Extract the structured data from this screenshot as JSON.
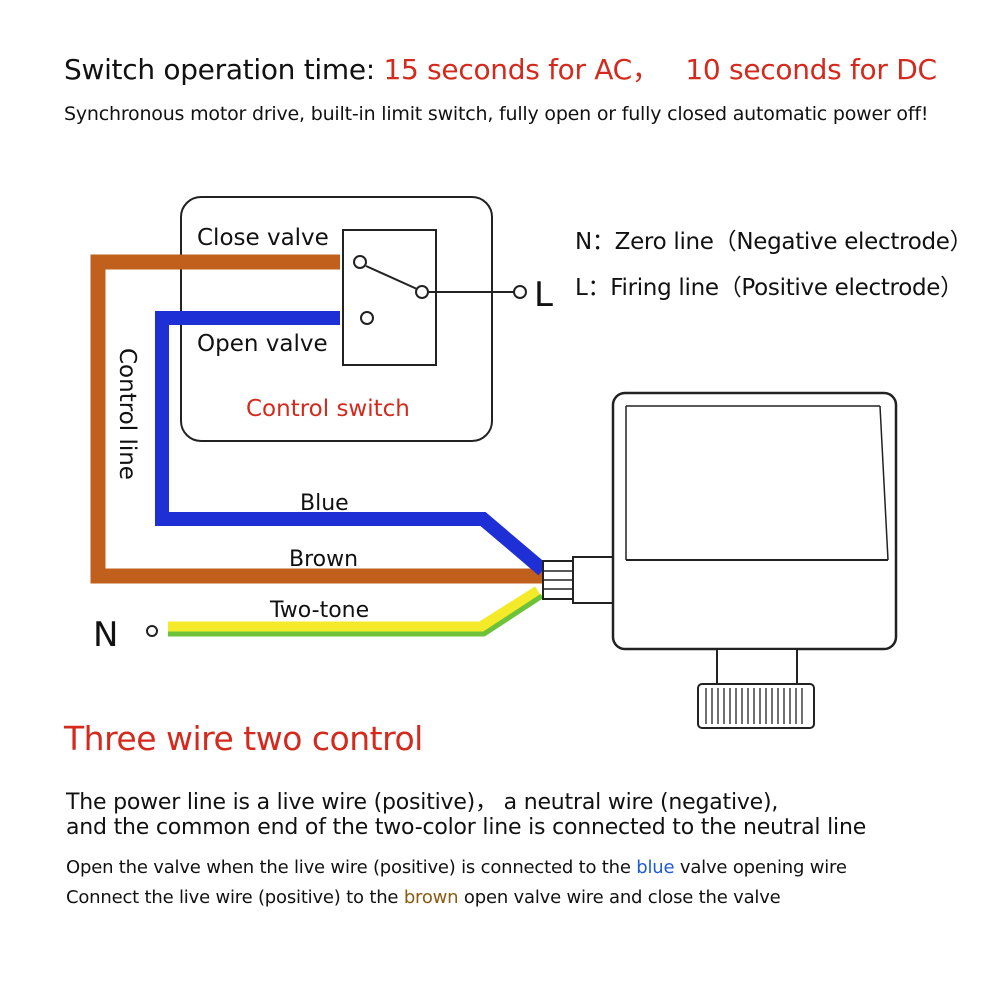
{
  "header": {
    "title_prefix": "Switch operation time: ",
    "title_ac": "15 seconds for AC，",
    "title_dc": "10 seconds for DC",
    "subtitle": "Synchronous motor drive, built-in limit switch, fully open or fully closed automatic power off!"
  },
  "legend": {
    "n_key": "N：",
    "n_text": "Zero line（Negative electrode）",
    "l_key": "L：",
    "l_text": "Firing line（Positive electrode）"
  },
  "diagram": {
    "switch": {
      "close_valve": "Close valve",
      "open_valve": "Open valve",
      "title": "Control switch"
    },
    "terminal_l": "L",
    "terminal_n": "N",
    "control_line": "Control line",
    "wire_blue": "Blue",
    "wire_brown": "Brown",
    "wire_twotone": "Two-tone",
    "colors": {
      "blue": "#1f2fd6",
      "brown": "#c0601c",
      "yellow": "#f4ea2a",
      "green": "#6cc33a",
      "red": "#d42a1e"
    }
  },
  "section": {
    "title": "Three wire two control",
    "line1": "The power line is a live wire (positive)，  a neutral wire (negative),",
    "line2": "and the common end of the two-color line is connected to the neutral line",
    "note1_a": "Open the valve when the live wire (positive) is connected to the ",
    "note1_b": "blue",
    "note1_c": " valve opening wire",
    "note2_a": "Connect the live wire (positive) to the ",
    "note2_b": "brown",
    "note2_c": " open valve wire and close the valve"
  }
}
